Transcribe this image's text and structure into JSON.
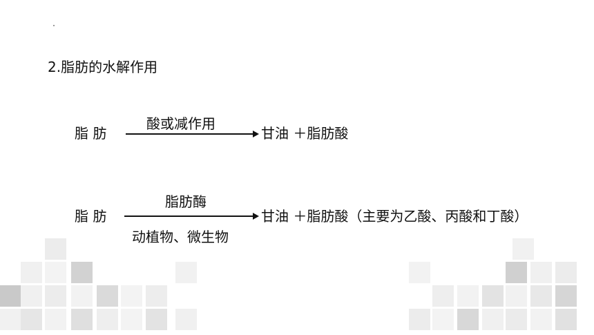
{
  "heading": "2.脂肪的水解作用",
  "reaction1": {
    "reactant": "脂 肪",
    "condition_above": "酸或减作用",
    "products": "甘油 ＋脂肪酸"
  },
  "reaction2": {
    "reactant": "脂 肪",
    "condition_above": "脂肪酶",
    "condition_below": "动植物、微生物",
    "products": "甘油 ＋脂肪酸（主要为乙酸、丙酸和丁酸）"
  }
}
